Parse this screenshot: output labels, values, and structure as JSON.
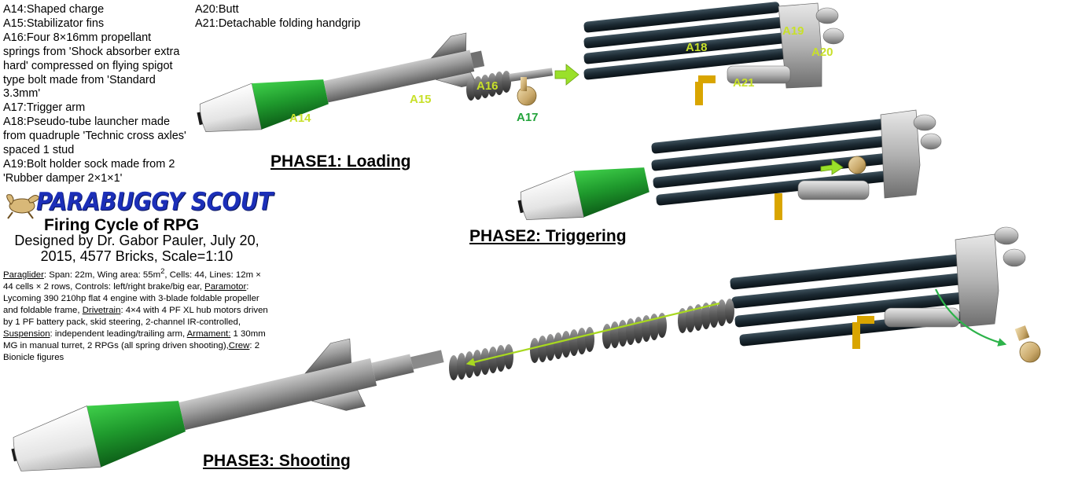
{
  "legend_left": [
    "A14:Shaped charge",
    "A15:Stabilizator fins",
    "A16:Four 8×16mm propellant springs from 'Shock absorber extra hard' compressed on flying spigot type bolt made from 'Standard 3.3mm'",
    "A17:Trigger arm",
    "A18:Pseudo-tube launcher made from quadruple 'Technic cross axles' spaced 1 stud",
    "A19:Bolt holder sock made from 2 'Rubber damper 2×1×1'"
  ],
  "legend_right": [
    "A20:Butt",
    "A21:Detachable folding handgrip"
  ],
  "title": {
    "logo": "PARABUGGY SCOUT",
    "subtitle": "Firing Cycle of RPG",
    "credits": "Designed by Dr. Gabor Pauler, July 20, 2015, 4577 Bricks, Scale=1:10"
  },
  "specs": [
    {
      "k": "Paraglider",
      "v": ": Span: 22m, Wing area: 55m"
    },
    {
      "k": "",
      "v": "2"
    },
    {
      "k": "",
      "v": ", Cells: 44, Lines: 12m × 44 cells × 2 rows, Controls: left/right brake/big ear, "
    },
    {
      "k": "Paramotor",
      "v": ": Lycoming 390 210hp flat 4 engine  with 3-blade foldable propeller and foldable frame, "
    },
    {
      "k": "Drivetrain",
      "v": ": 4×4 with 4 PF XL hub motors driven by 1 PF battery pack, skid steering, 2-channel IR-controlled, "
    },
    {
      "k": "Suspension",
      "v": ": independent leading/trailing arm, "
    },
    {
      "k": "Armament:",
      "v": " 1 30mm MG in manual turret, 2 RPGs (all spring driven shooting),"
    },
    {
      "k": "Crew",
      "v": ": 2 Bionicle figures"
    }
  ],
  "phases": {
    "p1": "PHASE1: Loading",
    "p2": "PHASE2: Triggering",
    "p3": "PHASE3: Shooting"
  },
  "labels": {
    "a14": "A14",
    "a15": "A15",
    "a16": "A16",
    "a17": "A17",
    "a18": "A18",
    "a19": "A19",
    "a20": "A20",
    "a21": "A21"
  },
  "colors": {
    "warhead_green": "#1f9a2d",
    "label_yellow_green": "#c8e02a",
    "label_green": "#22a33a",
    "tube_dark": "#1c2a33",
    "body_gray": "#8f8f8f",
    "logo_blue": "#1c2fb8",
    "trigger_yellow": "#d9a500"
  }
}
